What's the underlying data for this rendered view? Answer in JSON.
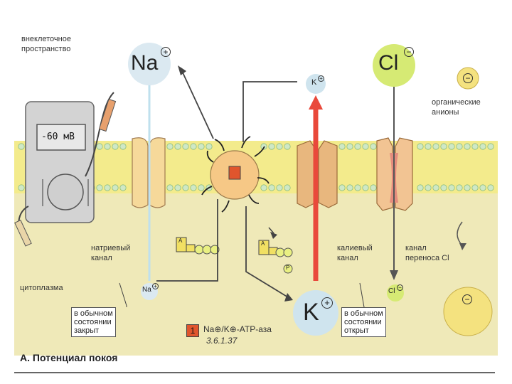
{
  "labels": {
    "extracellular": "внеклеточное\nпространство",
    "organic_anions": "органические\nанионы",
    "sodium_channel": "натриевый\nканал",
    "potassium_channel": "калиевый\nканал",
    "chloride_channel": "канал\nпереноса Cl",
    "cytoplasm": "цитоплазма",
    "voltmeter": "-60 мВ",
    "na_closed": "в обычном\nсостоянии\nзакрыт",
    "k_open": "в обычном\nсостоянии\nоткрыт",
    "atpase_name": "Na⊕/K⊕-ATP-аза",
    "atpase_code": "3.6.1.37",
    "atpase_badge": "1",
    "caption": "А. Потенциал покоя"
  },
  "ions": {
    "na_big": "Na",
    "na_small": "Na",
    "k_big": "K",
    "k_small": "K",
    "cl_big": "Cl",
    "cl_small": "Cl",
    "plus": "+",
    "minus": "−",
    "atp_letter": "A",
    "p": "P"
  },
  "colors": {
    "membrane": "#f3eb8c",
    "head": "#cfe8c6",
    "cytoplasm": "#efe9b8",
    "potassium_arrow": "#e9493b",
    "na_ion": "#dbe9f1",
    "cl_ion": "#d6ea74",
    "organic_anion": "#f4e27f",
    "pump": "#f6c886",
    "badge": "#e0552d"
  }
}
